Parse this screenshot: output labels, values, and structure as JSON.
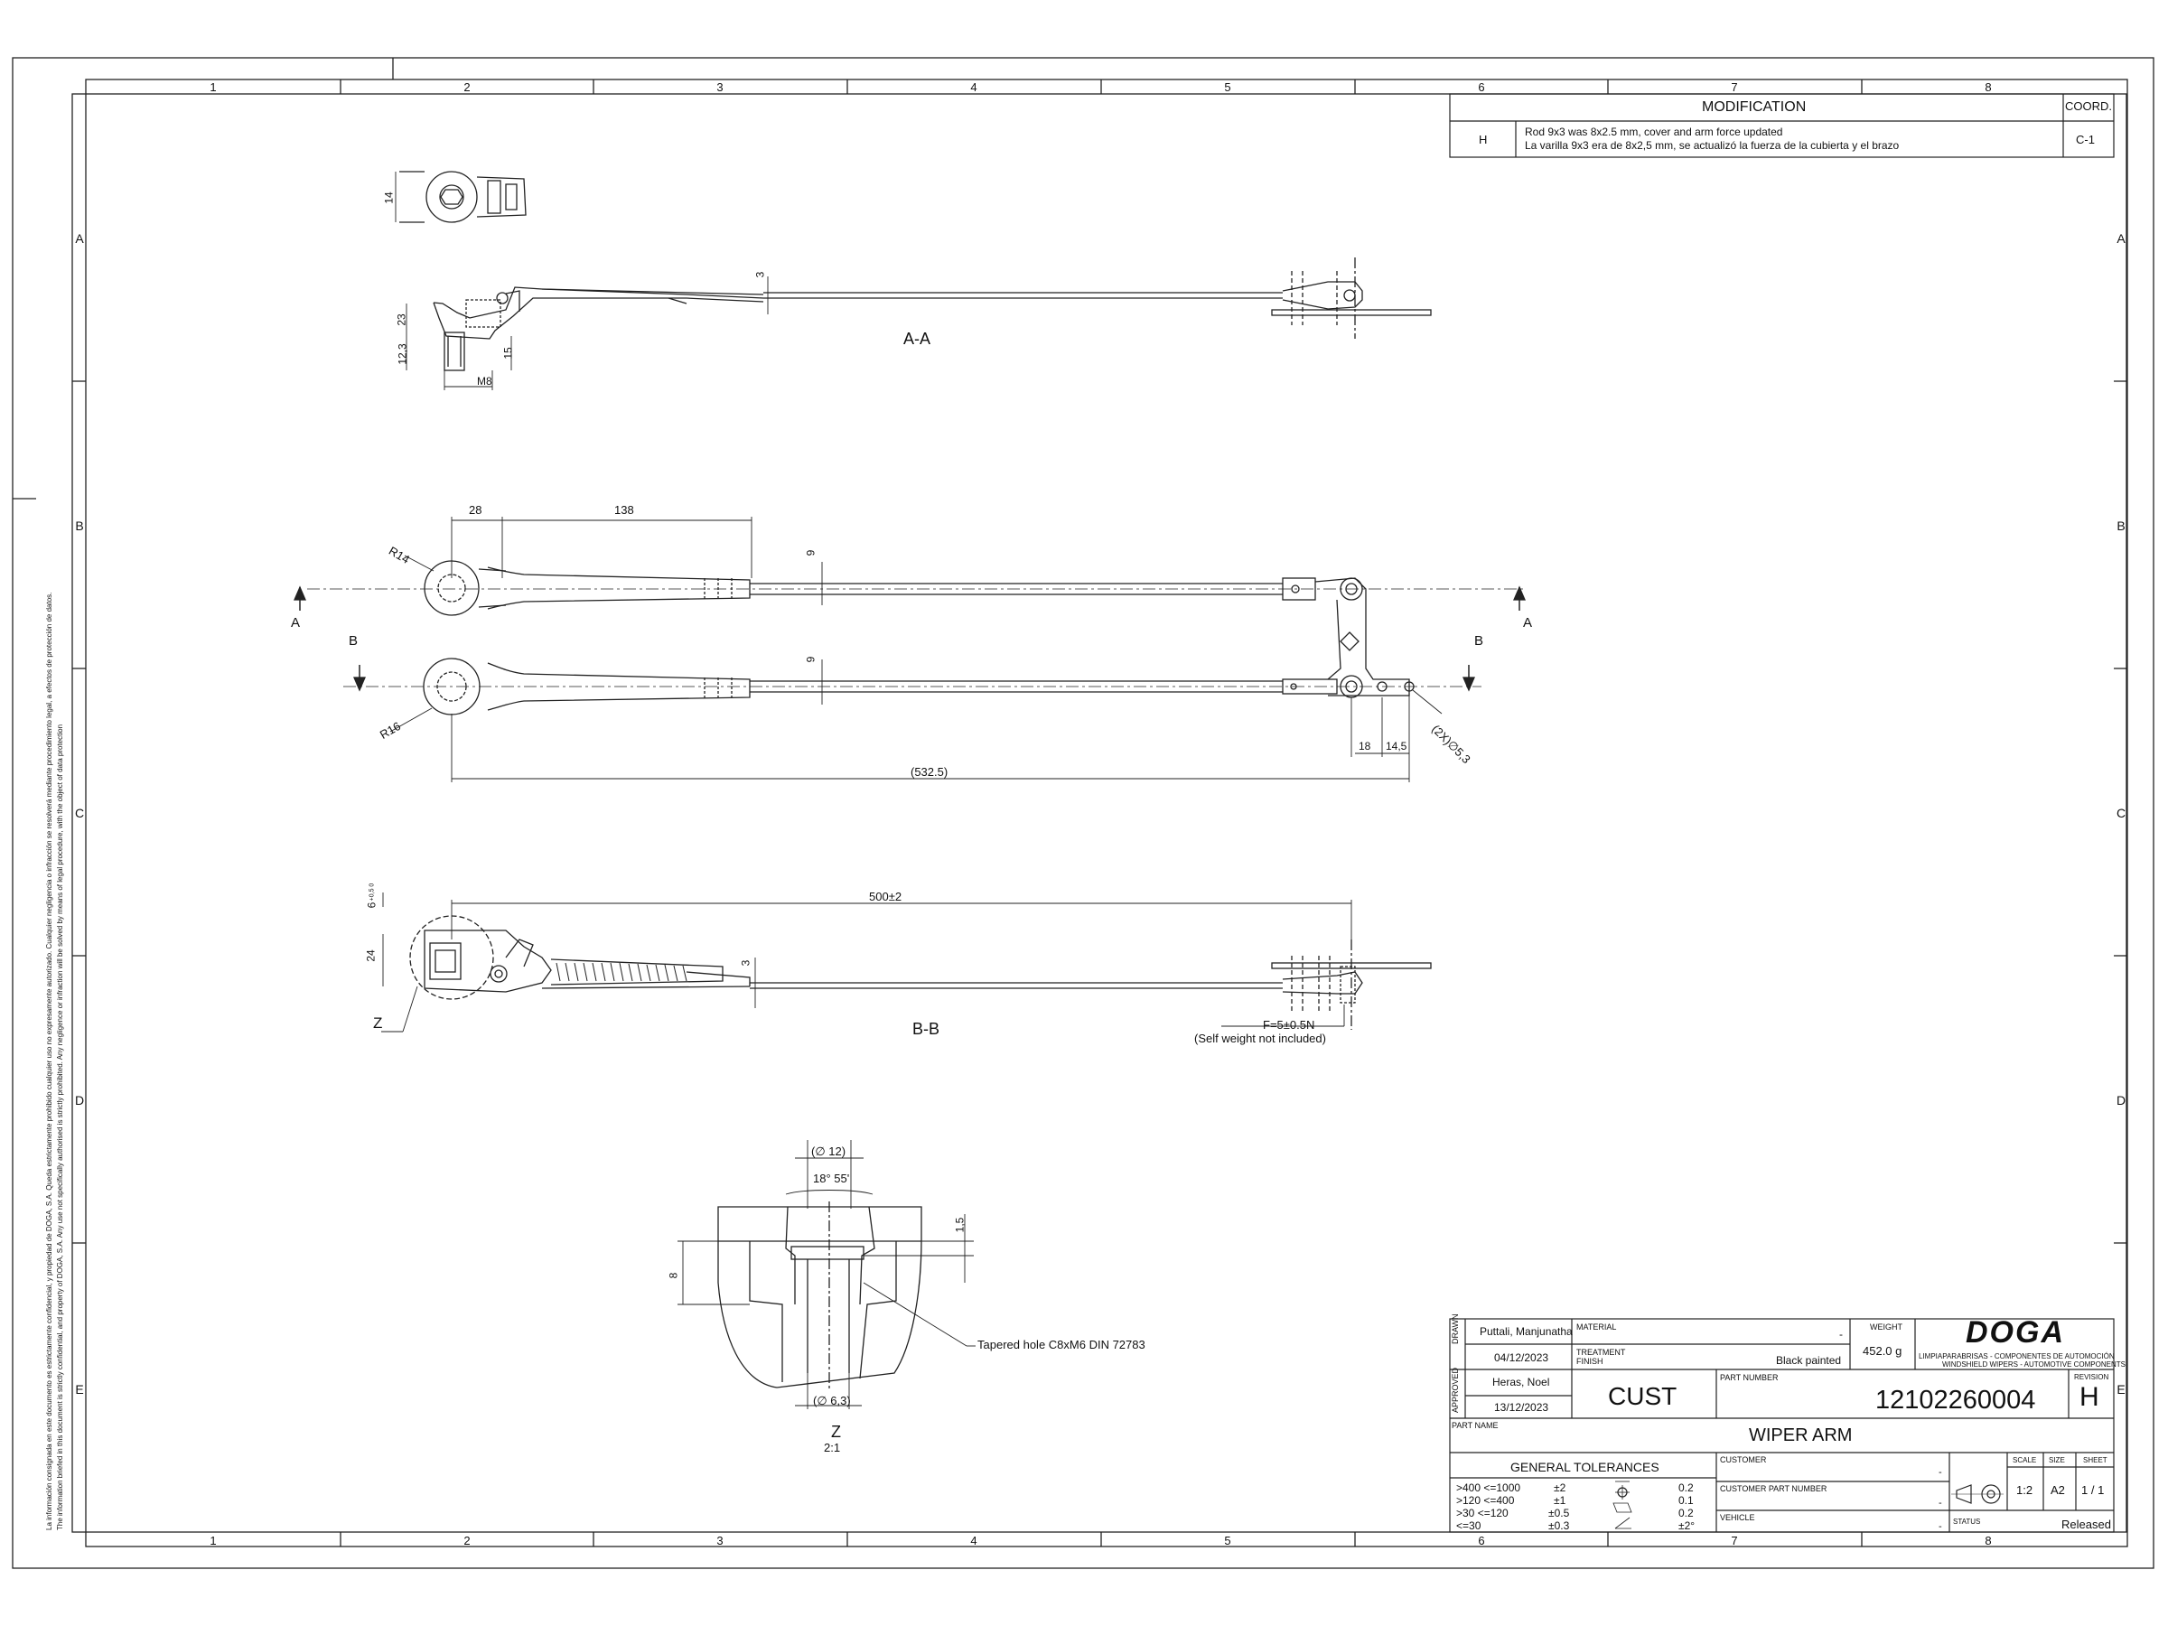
{
  "zones_cols": [
    "1",
    "2",
    "3",
    "4",
    "5",
    "6",
    "7",
    "8"
  ],
  "zones_rows": [
    "A",
    "B",
    "C",
    "D",
    "E"
  ],
  "legal_note": {
    "es": "La información consignada en este documento es estrictamente confidencial, y propiedad de DOGA, S.A. Queda estrictamente prohibido cualquier uso no expresamente autorizado. Cualquier negligencia o infracción se resolverá mediante procedimiento legal, a efectos de protección de datos.",
    "en": "The information briefed in this document is strictly confidential, and property of DOGA, S.A. Any use not specifically authorised is strictly prohibited. Any negligence or infraction will be solved by means of legal procedure, with the object of data protection"
  },
  "modification": {
    "header": "MODIFICATION",
    "coord_header": "COORD.",
    "rev": "H",
    "text_en": "Rod 9x3 was 8x2.5 mm, cover and arm force updated",
    "text_es": "La varilla 9x3 era de 8x2,5 mm, se actualizó la fuerza de la cubierta y el brazo",
    "coord": "C-1"
  },
  "views": {
    "aa": {
      "label": "A-A",
      "dims": {
        "d14": "14",
        "d3": "3",
        "d23": "23",
        "d12_3": "12,3",
        "d15": "15",
        "dM8": "M8"
      }
    },
    "plan": {
      "dims": {
        "d28": "28",
        "d138": "138",
        "dR14": "R14",
        "dR16": "R16",
        "d9a": "9",
        "d9b": "9",
        "d18": "18",
        "d14_5": "14,5",
        "dholes": "(2X)∅5,3",
        "d532": "(532.5)"
      },
      "section_marks": {
        "a_left": "A",
        "a_right": "A",
        "b_left": "B",
        "b_right": "B"
      }
    },
    "bb": {
      "label": "B-B",
      "dims": {
        "d500": "500±2",
        "d6": "6",
        "d6tol": "+0,5 0",
        "d24": "24",
        "d3": "3"
      },
      "force": "F=5±0.5N",
      "force_note": "(Self weight not included)",
      "detail_ref": "Z"
    },
    "z": {
      "label": "Z",
      "scale": "2:1",
      "dims": {
        "d12": "(∅ 12)",
        "angle": "18° 55'",
        "d1_5": "1,5",
        "d8": "8",
        "d6_3": "(∅ 6,3)"
      },
      "note": "Tapered hole C8xM6 DIN 72783"
    }
  },
  "titleblock": {
    "drawn_label": "DRAWN",
    "drawn_name": "Puttali, Manjunatha",
    "drawn_date": "04/12/2023",
    "approved_label": "APPROVED",
    "approved_name": "Heras, Noel",
    "approved_date": "13/12/2023",
    "material_label": "MATERIAL",
    "material_value": "-",
    "treatment_label": "TREATMENT FINISH",
    "treatment_value": "Black painted",
    "weight_label": "WEIGHT",
    "weight_value": "452.0 g",
    "logo": "DOGA",
    "company_es": "LIMPIAPARABRISAS - COMPONENTES DE AUTOMOCIÓN",
    "company_en": "WINDSHIELD WIPERS - AUTOMOTIVE COMPONENTS",
    "cust": "CUST",
    "part_number_label": "PART NUMBER",
    "part_number": "12102260004",
    "revision_label": "REVISION",
    "revision": "H",
    "part_name_label": "PART NAME",
    "part_name": "WIPER ARM",
    "gen_tol_label": "GENERAL TOLERANCES",
    "tolerances": [
      {
        "range": ">400 <=1000",
        "tol": "±2",
        "geo": "0.2"
      },
      {
        "range": ">120 <=400",
        "tol": "±1",
        "geo": "0.1"
      },
      {
        "range": ">30 <=120",
        "tol": "±0.5",
        "geo": "0.2"
      },
      {
        "range": "<=30",
        "tol": "±0.3",
        "geo": "±2°"
      }
    ],
    "customer_label": "CUSTOMER",
    "customer_value": "-",
    "customer_pn_label": "CUSTOMER PART NUMBER",
    "customer_pn_value": "-",
    "vehicle_label": "VEHICLE",
    "vehicle_value": "-",
    "scale_label": "SCALE",
    "scale_value": "1:2",
    "size_label": "SIZE",
    "size_value": "A2",
    "sheet_label": "SHEET",
    "sheet_value": "1 / 1",
    "status_label": "STATUS",
    "status_value": "Released"
  }
}
